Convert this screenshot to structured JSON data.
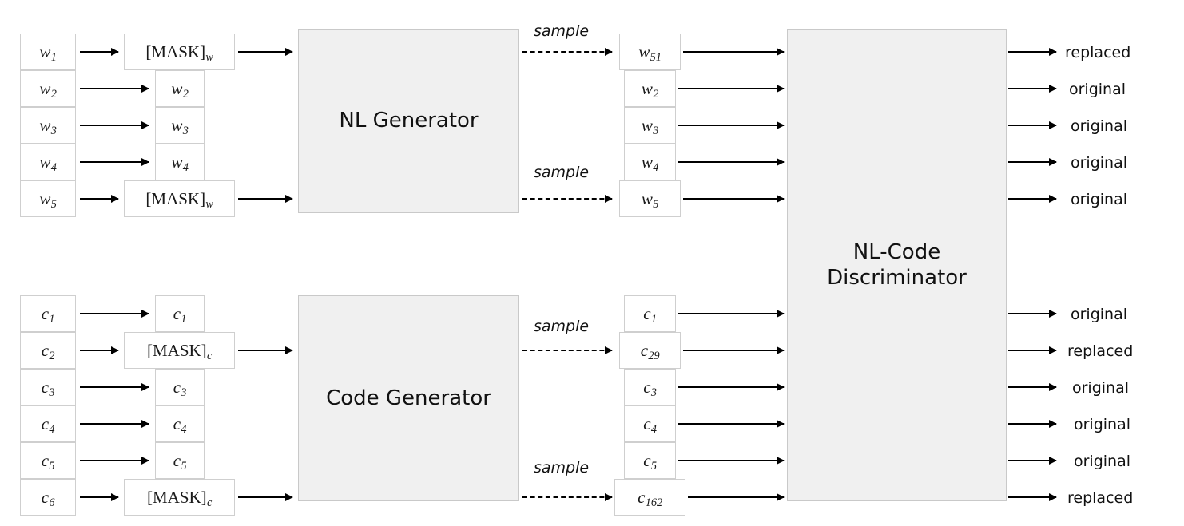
{
  "diagram": {
    "title": "NL-Code adversarial pretraining diagram",
    "colors": {
      "block_fill": "#f0f0f0",
      "block_border": "#c9c9c9",
      "token_border": "#cfcfcf",
      "arrow": "#000000",
      "background": "#ffffff"
    },
    "blocks": {
      "nl_generator": "NL Generator",
      "code_generator": "Code Generator",
      "discriminator_line1": "NL-Code",
      "discriminator_line2": "Discriminator"
    },
    "sample_label": "sample",
    "nl": {
      "input_tokens": [
        {
          "base": "w",
          "sub": "1"
        },
        {
          "base": "w",
          "sub": "2"
        },
        {
          "base": "w",
          "sub": "3"
        },
        {
          "base": "w",
          "sub": "4"
        },
        {
          "base": "w",
          "sub": "5"
        }
      ],
      "masked_tokens": [
        {
          "mask": "[MASK]",
          "sub": "w",
          "is_mask": true
        },
        {
          "base": "w",
          "sub": "2"
        },
        {
          "base": "w",
          "sub": "3"
        },
        {
          "base": "w",
          "sub": "4"
        },
        {
          "mask": "[MASK]",
          "sub": "w",
          "is_mask": true
        }
      ],
      "sampled_tokens": [
        {
          "base": "w",
          "sub": "51"
        },
        {
          "base": "w",
          "sub": "2"
        },
        {
          "base": "w",
          "sub": "3"
        },
        {
          "base": "w",
          "sub": "4"
        },
        {
          "base": "w",
          "sub": "5"
        }
      ],
      "outputs": [
        "replaced",
        "original",
        "original",
        "original",
        "original"
      ]
    },
    "code": {
      "input_tokens": [
        {
          "base": "c",
          "sub": "1"
        },
        {
          "base": "c",
          "sub": "2"
        },
        {
          "base": "c",
          "sub": "3"
        },
        {
          "base": "c",
          "sub": "4"
        },
        {
          "base": "c",
          "sub": "5"
        },
        {
          "base": "c",
          "sub": "6"
        }
      ],
      "masked_tokens": [
        {
          "base": "c",
          "sub": "1"
        },
        {
          "mask": "[MASK]",
          "sub": "c",
          "is_mask": true
        },
        {
          "base": "c",
          "sub": "3"
        },
        {
          "base": "c",
          "sub": "4"
        },
        {
          "base": "c",
          "sub": "5"
        },
        {
          "mask": "[MASK]",
          "sub": "c",
          "is_mask": true
        }
      ],
      "sampled_tokens": [
        {
          "base": "c",
          "sub": "1"
        },
        {
          "base": "c",
          "sub": "29"
        },
        {
          "base": "c",
          "sub": "3"
        },
        {
          "base": "c",
          "sub": "4"
        },
        {
          "base": "c",
          "sub": "5"
        },
        {
          "base": "c",
          "sub": "162"
        }
      ],
      "outputs": [
        "original",
        "replaced",
        "original",
        "original",
        "original",
        "replaced"
      ]
    }
  }
}
